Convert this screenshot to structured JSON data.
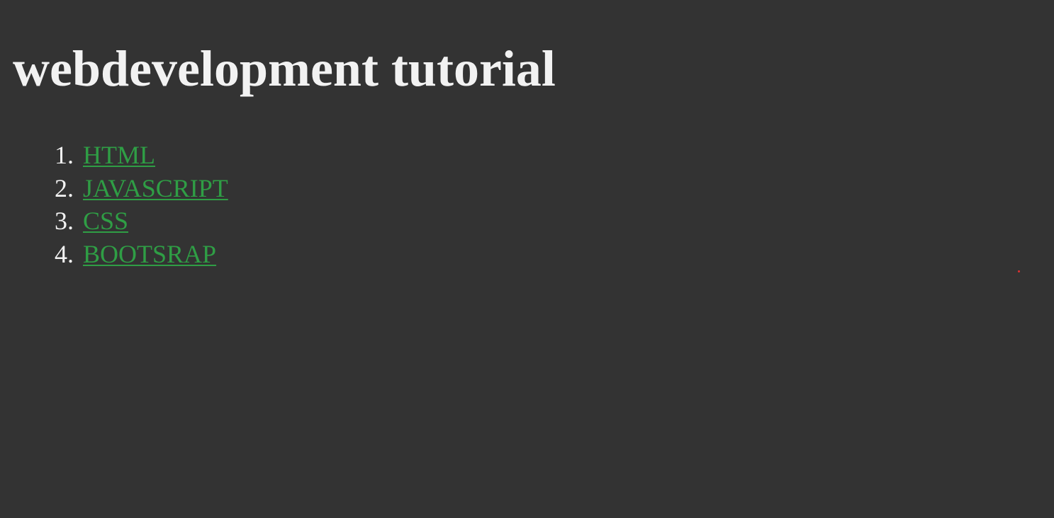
{
  "page": {
    "title": "webdevelopment tutorial"
  },
  "topics": {
    "items": [
      {
        "number": "1.",
        "label": "HTML"
      },
      {
        "number": "2.",
        "label": "JAVASCRIPT"
      },
      {
        "number": "3.",
        "label": "CSS"
      },
      {
        "number": "4.",
        "label": "BOOTSRAP"
      }
    ]
  },
  "colors": {
    "background": "#333333",
    "text": "#f2f2f2",
    "link": "#2f9e45",
    "marker": "#e03030"
  }
}
